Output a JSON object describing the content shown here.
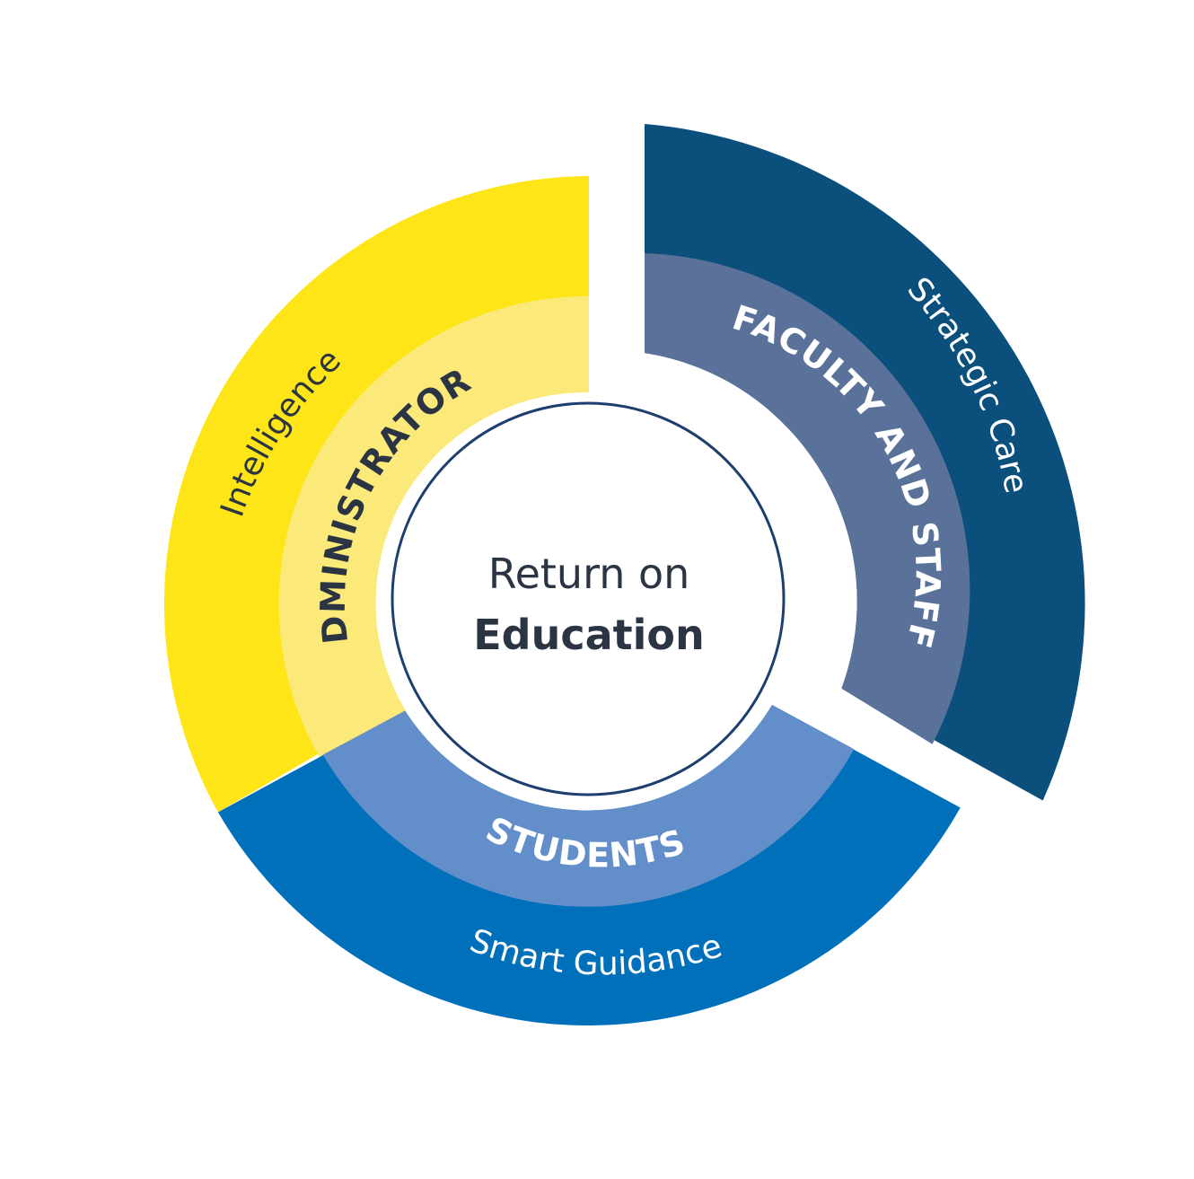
{
  "center": {
    "line1": "Return on",
    "line2": "Education",
    "ring_color": "#1d3f6e"
  },
  "segments": [
    {
      "id": "administrators",
      "inner_label": "ADMINISTRATORS",
      "outer_label": "Intelligence",
      "inner_color": "#fbe97a",
      "outer_color": "#fde517",
      "inner_text_color": "#2b3442",
      "outer_text_color": "#2b3442"
    },
    {
      "id": "faculty",
      "inner_label": "FACULTY AND STAFF",
      "outer_label": "Strategic Care",
      "inner_color": "#5a7299",
      "outer_color": "#0b4f7c",
      "inner_text_color": "#ffffff",
      "outer_text_color": "#ffffff"
    },
    {
      "id": "students",
      "inner_label": "STUDENTS",
      "outer_label": "Smart Guidance",
      "inner_color": "#628ec9",
      "outer_color": "#0070bb",
      "inner_text_color": "#ffffff",
      "outer_text_color": "#ffffff"
    }
  ]
}
